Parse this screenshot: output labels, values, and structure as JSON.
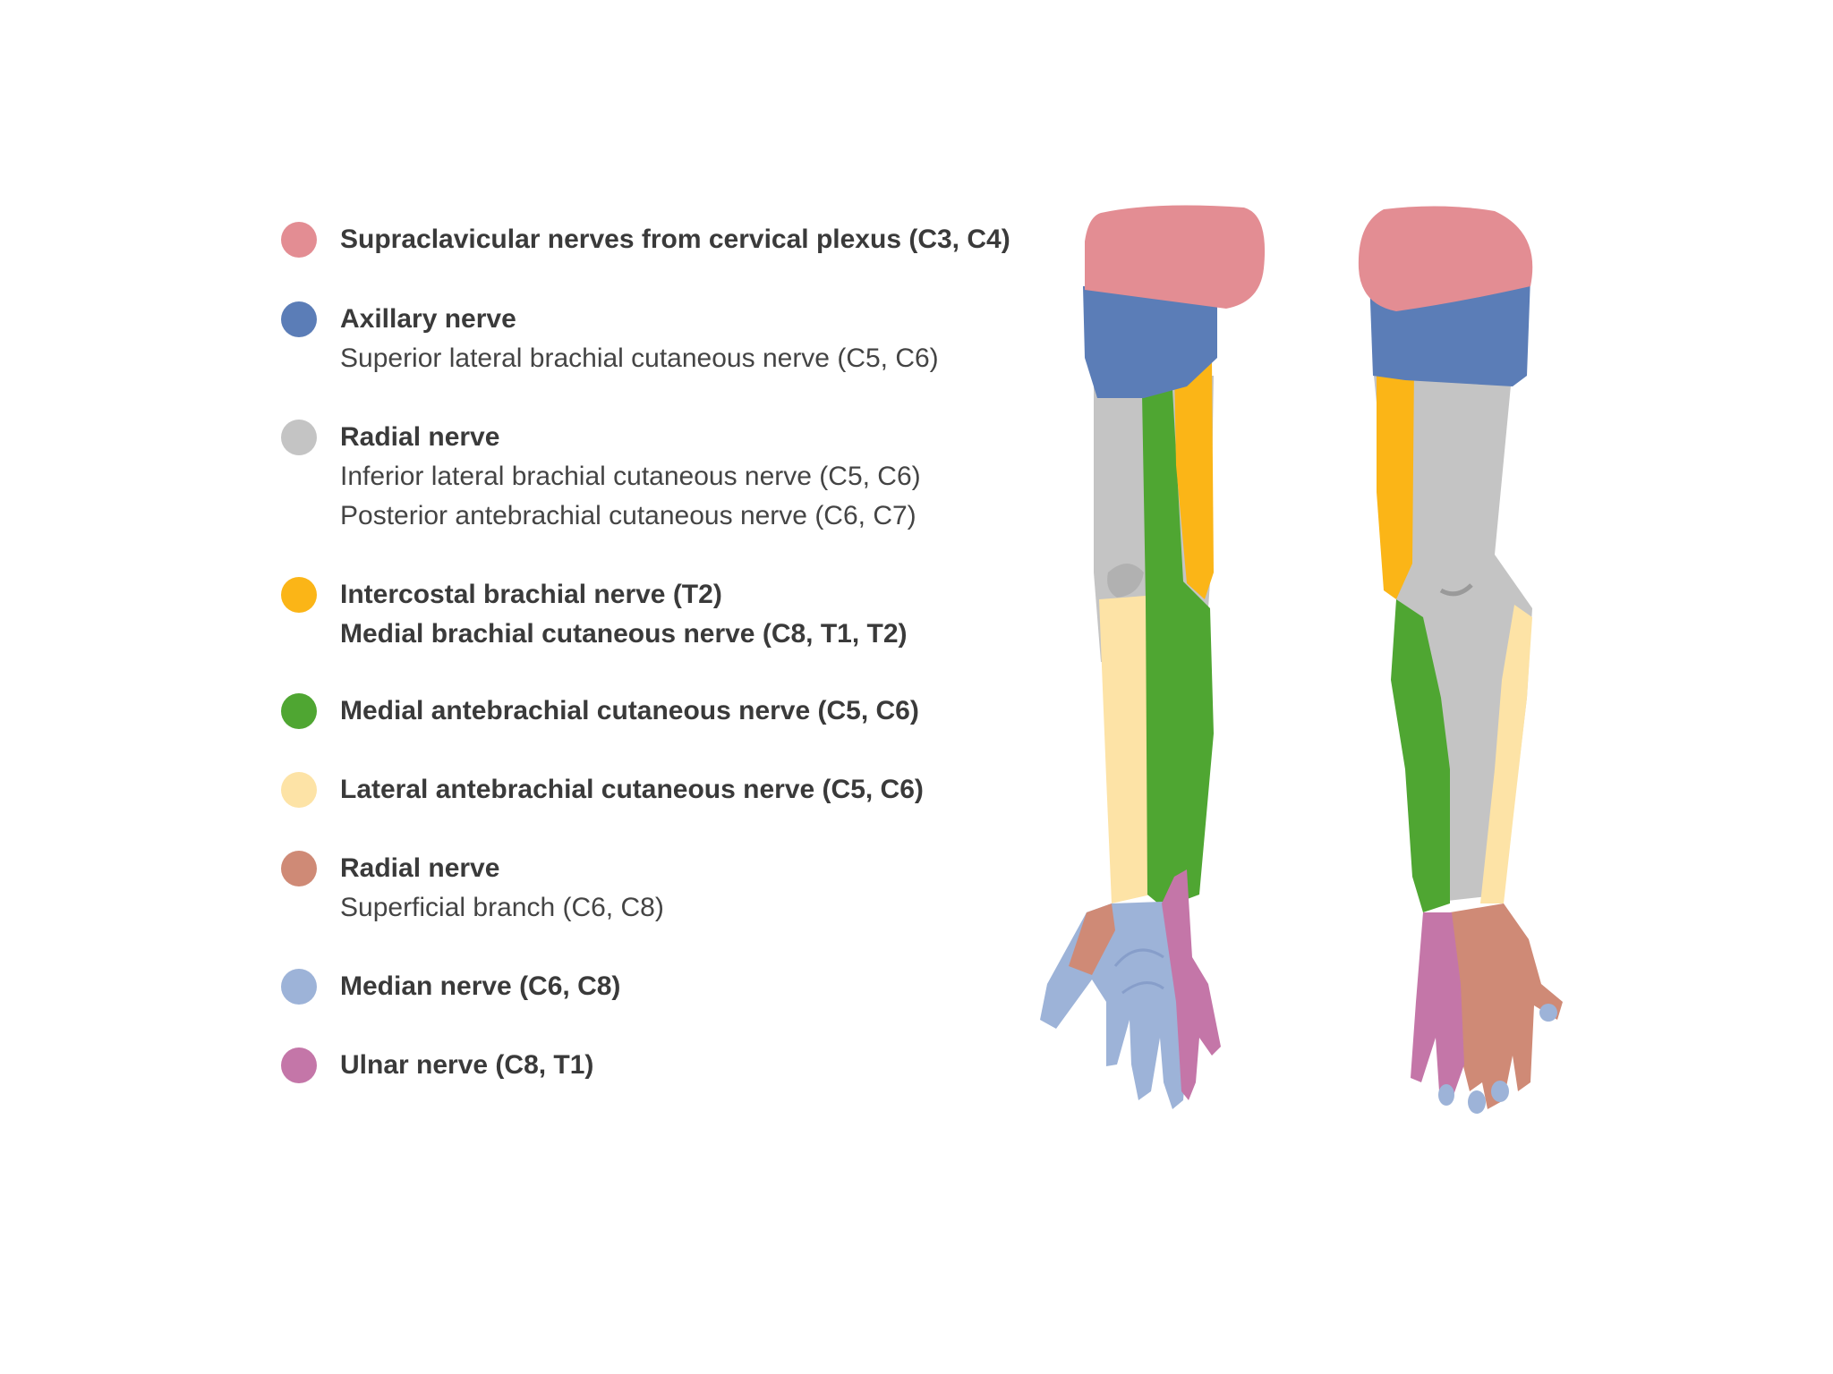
{
  "colors": {
    "supraclavicular": "#e38d93",
    "axillary": "#5b7db7",
    "radial_gray": "#c4c4c4",
    "intercostal": "#fbb517",
    "medial_antebrachial": "#4fa632",
    "lateral_antebrachial": "#fde3a6",
    "radial_superficial": "#cf8a76",
    "median": "#9db3d8",
    "ulnar": "#c476a8"
  },
  "legend": [
    {
      "color": "supraclavicular",
      "title": "Supraclavicular nerves from cervical plexus (C3, C4)",
      "lines": []
    },
    {
      "color": "axillary",
      "title": "Axillary nerve",
      "lines": [
        "Superior lateral brachial cutaneous nerve (C5, C6)"
      ]
    },
    {
      "color": "radial_gray",
      "title": "Radial nerve",
      "lines": [
        "Inferior lateral brachial cutaneous nerve (C5, C6)",
        "Posterior antebrachial cutaneous nerve (C6, C7)"
      ]
    },
    {
      "color": "intercostal",
      "title": "Intercostal brachial nerve (T2)",
      "lines": [
        "Medial brachial cutaneous nerve (C8, T1, T2)"
      ],
      "lines_bold": true
    },
    {
      "color": "medial_antebrachial",
      "title": "Medial antebrachial cutaneous nerve (C5, C6)",
      "lines": []
    },
    {
      "color": "lateral_antebrachial",
      "title": "Lateral antebrachial cutaneous nerve (C5, C6)",
      "lines": []
    },
    {
      "color": "radial_superficial",
      "title": "Radial nerve",
      "lines": [
        "Superficial branch (C6, C8)"
      ]
    },
    {
      "color": "median",
      "title": "Median nerve (C6, C8)",
      "lines": []
    },
    {
      "color": "ulnar",
      "title": "Ulnar nerve (C8, T1)",
      "lines": []
    }
  ]
}
